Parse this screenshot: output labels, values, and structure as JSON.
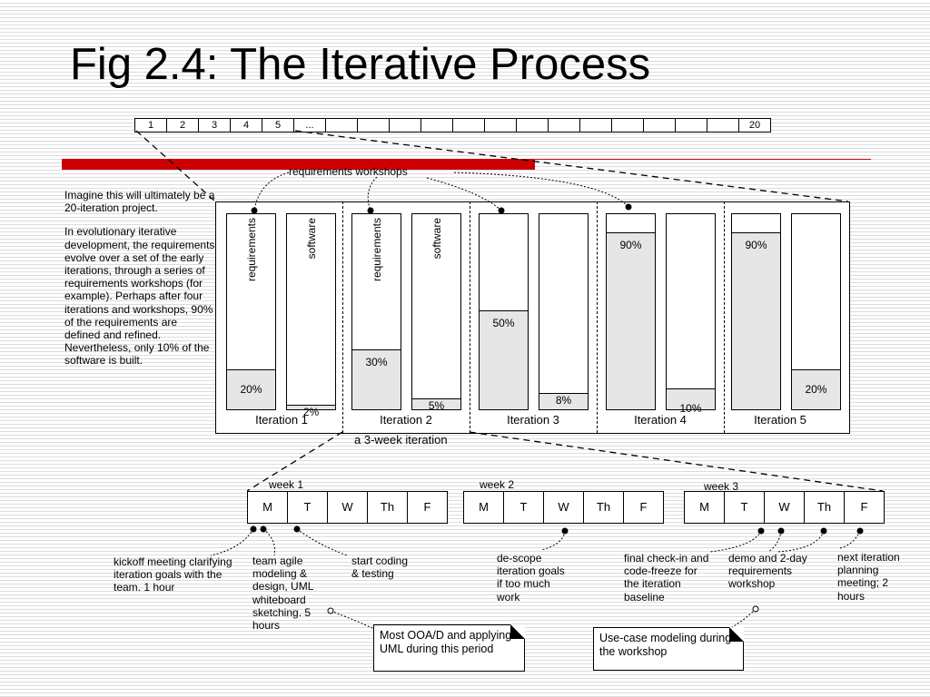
{
  "title": "Fig 2.4: The Iterative Process",
  "timeline": {
    "cells": [
      "1",
      "2",
      "3",
      "4",
      "5",
      "...",
      "",
      "",
      "",
      "",
      "",
      "",
      "",
      "",
      "",
      "",
      "",
      "",
      "",
      "20"
    ]
  },
  "workshops_label": "requirements workshops",
  "intro": {
    "p1": "Imagine this will ultimately be a 20-iteration project.",
    "p2": "In evolutionary iterative development, the requirements evolve over a set of the early iterations, through a series of requirements workshops (for example). Perhaps after four iterations and workshops, 90% of the requirements are defined and refined. Nevertheless, only 10% of the software is built."
  },
  "column_labels": {
    "requirements": "requirements",
    "software": "software"
  },
  "iterations": [
    {
      "label": "Iteration 1",
      "requirements_pct": 20,
      "software_pct": 2,
      "requirements_text": "20%",
      "software_text": "2%"
    },
    {
      "label": "Iteration 2",
      "requirements_pct": 30,
      "software_pct": 5,
      "requirements_text": "30%",
      "software_text": "5%"
    },
    {
      "label": "Iteration 3",
      "requirements_pct": 50,
      "software_pct": 8,
      "requirements_text": "50%",
      "software_text": "8%"
    },
    {
      "label": "Iteration 4",
      "requirements_pct": 90,
      "software_pct": 10,
      "requirements_text": "90%",
      "software_text": "10%"
    },
    {
      "label": "Iteration 5",
      "requirements_pct": 90,
      "software_pct": 20,
      "requirements_text": "90%",
      "software_text": "20%"
    }
  ],
  "three_week_label": "a 3-week iteration",
  "weeks": [
    {
      "label": "week 1",
      "days": [
        "M",
        "T",
        "W",
        "Th",
        "F"
      ]
    },
    {
      "label": "week 2",
      "days": [
        "M",
        "T",
        "W",
        "Th",
        "F"
      ]
    },
    {
      "label": "week 3",
      "days": [
        "M",
        "T",
        "W",
        "Th",
        "F"
      ]
    }
  ],
  "notes": {
    "kickoff": "kickoff meeting clarifying iteration goals with the team. 1 hour",
    "agile": "team agile modeling & design, UML whiteboard sketching. 5 hours",
    "coding": "start coding & testing",
    "descope": "de-scope iteration goals if too much work",
    "checkin": "final check-in and code-freeze for the iteration baseline",
    "demo": "demo and 2-day requirements workshop",
    "next": "next iteration planning meeting; 2 hours"
  },
  "callouts": {
    "ooad": "Most OOA/D and applying UML during this period",
    "usecase": "Use-case modeling during the workshop"
  }
}
